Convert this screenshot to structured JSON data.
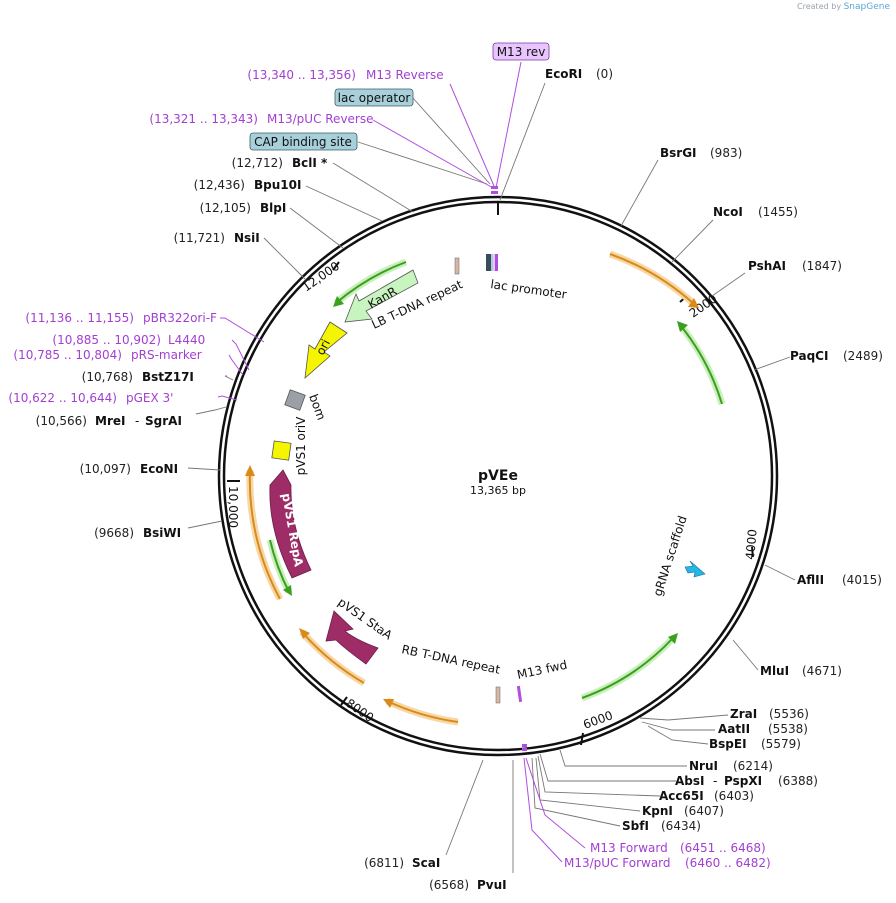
{
  "credit": {
    "prefix": "Created by",
    "brand": "SnapGene"
  },
  "plasmid": {
    "name": "pVEe",
    "length_label": "13,365 bp",
    "length": 13365
  },
  "ticks": [
    "2000",
    "4000",
    "6000",
    "8000",
    "10,000",
    "12,000"
  ],
  "enzymes": [
    {
      "name": "EcoRI",
      "pos": "(0)"
    },
    {
      "name": "BsrGI",
      "pos": "(983)"
    },
    {
      "name": "NcoI",
      "pos": "(1455)"
    },
    {
      "name": "PshAI",
      "pos": "(1847)"
    },
    {
      "name": "PaqCI",
      "pos": "(2489)"
    },
    {
      "name": "AflII",
      "pos": "(4015)"
    },
    {
      "name": "MluI",
      "pos": "(4671)"
    },
    {
      "name": "ZraI",
      "pos": "(5536)"
    },
    {
      "name": "AatII",
      "pos": "(5538)"
    },
    {
      "name": "BspEI",
      "pos": "(5579)"
    },
    {
      "name": "NruI",
      "pos": "(6214)"
    },
    {
      "name": "AbsI",
      "pos": ""
    },
    {
      "name": "PspXI",
      "pos": "(6388)"
    },
    {
      "name": "Acc65I",
      "pos": "(6403)"
    },
    {
      "name": "KpnI",
      "pos": "(6407)"
    },
    {
      "name": "SbfI",
      "pos": "(6434)"
    },
    {
      "name": "ScaI",
      "pos": "(6811)"
    },
    {
      "name": "PvuI",
      "pos": "(6568)"
    },
    {
      "name": "BsiWI",
      "pos": "(9668)"
    },
    {
      "name": "EcoNI",
      "pos": "(10,097)"
    },
    {
      "name": "MreI",
      "pos": "(10,566)"
    },
    {
      "name": "SgrAI",
      "pos": ""
    },
    {
      "name": "BstZ17I",
      "pos": "(10,768)"
    },
    {
      "name": "NsiI",
      "pos": "(11,721)"
    },
    {
      "name": "BlpI",
      "pos": "(12,105)"
    },
    {
      "name": "Bpu10I",
      "pos": "(12,436)"
    },
    {
      "name": "BclI *",
      "pos": "(12,712)"
    }
  ],
  "primers": [
    {
      "name": "M13 Reverse",
      "range": "(13,340 .. 13,356)"
    },
    {
      "name": "M13/pUC Reverse",
      "range": "(13,321 .. 13,343)"
    },
    {
      "name": "pBR322ori-F",
      "range": "(11,136 .. 11,155)"
    },
    {
      "name": "L4440",
      "range": "(10,885 .. 10,902)"
    },
    {
      "name": "pRS-marker",
      "range": "(10,785 .. 10,804)"
    },
    {
      "name": "pGEX 3'",
      "range": "(10,622 .. 10,644)"
    },
    {
      "name": "M13 Forward",
      "range": "(6451 .. 6468)"
    },
    {
      "name": "M13/pUC Forward",
      "range": "(6460 .. 6482)"
    }
  ],
  "boxed_labels": [
    {
      "name": "M13 rev",
      "color": "#e9c5ff"
    },
    {
      "name": "lac operator",
      "color": "#a8d0da"
    },
    {
      "name": "CAP binding site",
      "color": "#a8d0da"
    }
  ],
  "features": [
    {
      "name": "lac promoter"
    },
    {
      "name": "LB T-DNA repeat"
    },
    {
      "name": "KanR",
      "color": "#c8f4c0"
    },
    {
      "name": "ori",
      "color": "#f5f500"
    },
    {
      "name": "bom",
      "color": "#9aa0a6"
    },
    {
      "name": "pVS1 oriV",
      "color": "#f5f500"
    },
    {
      "name": "pVS1 RepA",
      "color": "#9e2c67"
    },
    {
      "name": "pVS1 StaA",
      "color": "#9e2c67"
    },
    {
      "name": "RB T-DNA repeat"
    },
    {
      "name": "M13 fwd"
    },
    {
      "name": "gRNA scaffold",
      "color": "#25b6e8"
    }
  ],
  "colors": {
    "enzyme_text": "#111111",
    "primer_text": "#a23fd1",
    "orange_arc": "#d98b1a",
    "green_arc": "#3b9f1f"
  }
}
